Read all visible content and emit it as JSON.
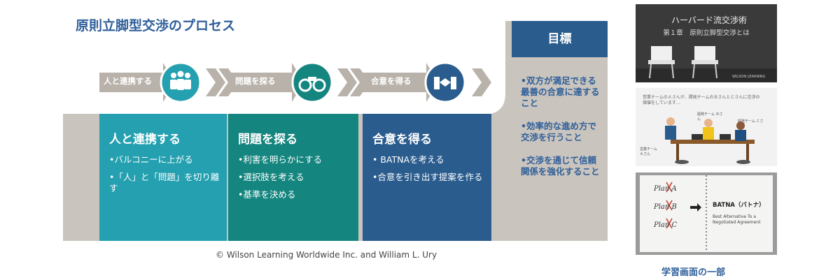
{
  "title": "原則立脚型交渉のプロセス",
  "steps": [
    {
      "arrow_label": "人と連携する",
      "heading": "人と連携する",
      "bullets": [
        "•バルコニーに上がる",
        "•「人」と「問題」を切り離す"
      ],
      "color": "#25a0b0"
    },
    {
      "arrow_label": "問題を探る",
      "heading": "問題を探る",
      "bullets": [
        "•利害を明らかにする",
        "•選択肢を考える",
        "•基準を決める"
      ],
      "color": "#14857f"
    },
    {
      "arrow_label": "合意を得る",
      "heading": "合意を得る",
      "bullets": [
        "• BATNAを考える",
        "•合意を引き出す提案を作る"
      ],
      "color": "#2a5c8e"
    }
  ],
  "goal": {
    "heading": "目標",
    "items": [
      "•双方が満足できる最善の合意に達すること",
      "•効率的な進め方で交渉を行うこと",
      "•交渉を通じて信頼関係を強化すること"
    ]
  },
  "copyright": "© Wilson Learning Worldwide Inc. and William L. Ury",
  "thumbnails": {
    "t1": {
      "line1": "ハーバード流交渉術",
      "line2": "第１章　原則立脚型交渉とは",
      "logo": "WILSON LEARNING"
    },
    "t2": {
      "caption": "営業チームのＡさんが、開発チームのＢさんとＣさんに交渉の価値をしています…",
      "label_b": "開発チーム Ｂさん",
      "label_c": "開発チーム Ｃさん",
      "label_a": "営業チーム Ａさん"
    },
    "t3": {
      "plan_a": "Plan A",
      "plan_b": "Plan B",
      "plan_c": "Plan C",
      "batna": "BATNA（バトナ）",
      "batna_desc": "Best Alternative To a Negotiated Agreement"
    }
  },
  "caption": "学習画面の一部"
}
